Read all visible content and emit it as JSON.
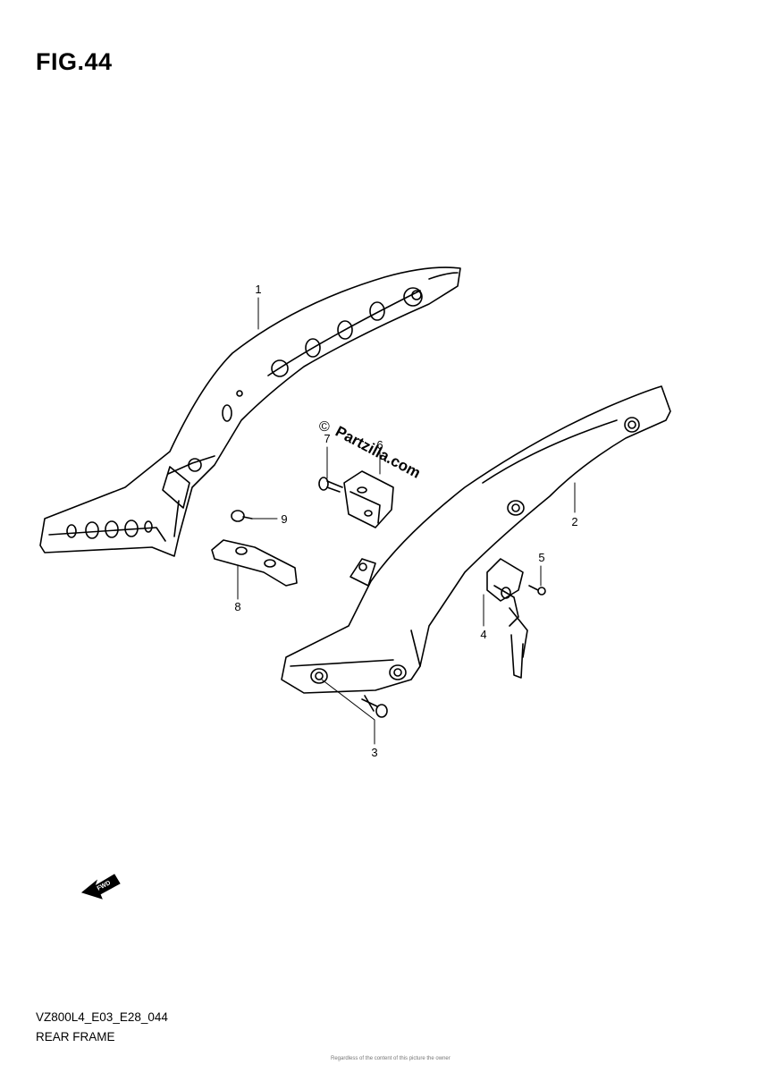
{
  "figure": {
    "title": "FIG.44"
  },
  "watermark": {
    "copyright": "©",
    "text": "Partzilla.com"
  },
  "callouts": [
    {
      "id": "1",
      "label": "1"
    },
    {
      "id": "2",
      "label": "2"
    },
    {
      "id": "3",
      "label": "3"
    },
    {
      "id": "4",
      "label": "4"
    },
    {
      "id": "5",
      "label": "5"
    },
    {
      "id": "6",
      "label": "6"
    },
    {
      "id": "7",
      "label": "7"
    },
    {
      "id": "8",
      "label": "8"
    },
    {
      "id": "9",
      "label": "9"
    }
  ],
  "fwd_arrow": {
    "label": "FWD"
  },
  "footer": {
    "code": "VZ800L4_E03_E28_044",
    "name": "REAR FRAME",
    "fineprint": "Regardless of the content of this picture the owner"
  }
}
